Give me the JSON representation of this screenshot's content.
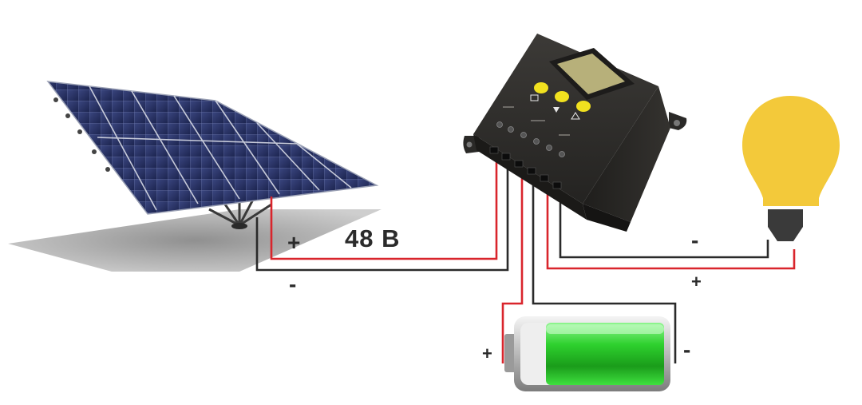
{
  "diagram": {
    "voltage_label": "48 В",
    "solar_panel": {
      "plus": "+",
      "minus": "-"
    },
    "battery": {
      "plus": "+",
      "minus": "-"
    },
    "load": {
      "plus": "+",
      "minus": "-"
    }
  },
  "colors": {
    "positive_wire": "#d9252c",
    "negative_wire": "#2a2a2a",
    "controller_body": "#2c2b29",
    "button_yellow": "#f1e11f",
    "lcd_screen": "#b7b07a",
    "battery_fill": "#33d633",
    "bulb_yellow": "#f3c93a",
    "panel_cell": "#25305e"
  },
  "icons": [
    "solar-panel",
    "charge-controller",
    "battery",
    "light-bulb"
  ]
}
